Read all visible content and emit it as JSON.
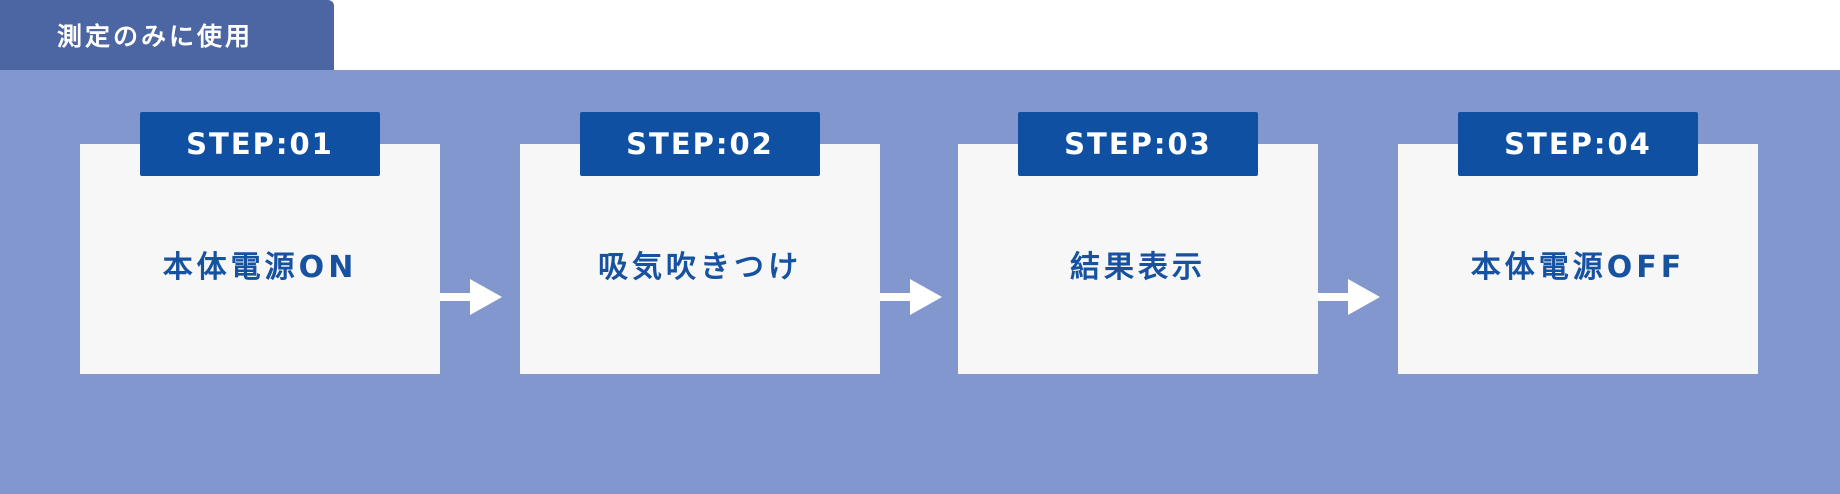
{
  "tab": {
    "label": "測定のみに使用"
  },
  "steps": [
    {
      "badge": "STEP:01",
      "text": "本体電源ON"
    },
    {
      "badge": "STEP:02",
      "text": "吸気吹きつけ"
    },
    {
      "badge": "STEP:03",
      "text": "結果表示"
    },
    {
      "badge": "STEP:04",
      "text": "本体電源OFF"
    }
  ],
  "colors": {
    "tab_bg": "#4b66a3",
    "panel_bg": "#8197ce",
    "card_bg": "#f7f7f8",
    "badge_bg": "#1050a3",
    "text_blue": "#1652a0",
    "arrow": "#ffffff"
  },
  "icons": {
    "connector": "arrow-right-icon"
  }
}
